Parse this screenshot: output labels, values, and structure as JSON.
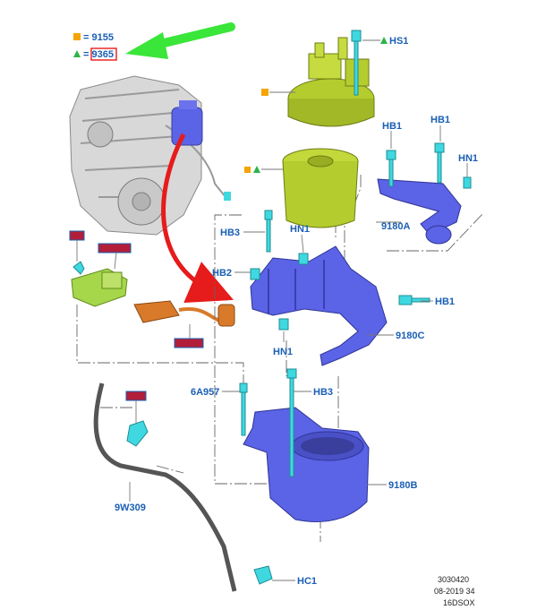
{
  "legend": [
    {
      "marker": "square",
      "color": "#f5a400",
      "text": "= 9155"
    },
    {
      "marker": "triangle",
      "color": "#2db34a",
      "text": "= 9365",
      "highlighted": true
    }
  ],
  "callouts": {
    "hs1": "HS1",
    "hb1_a": "HB1",
    "hb1_b": "HB1",
    "hn1_a": "HN1",
    "hb3_a": "HB3",
    "hn1_b": "HN1",
    "hb2": "HB2",
    "f9180a": "9180A",
    "hb1_c": "HB1",
    "hn1_c": "HN1",
    "f9180c": "9180C",
    "a6a957": "6A957",
    "hb3_b": "HB3",
    "f9180b": "9180B",
    "w9w309": "9W309",
    "hc1": "HC1"
  },
  "reference": {
    "line1": "3030420",
    "line2": "08-2019 34",
    "line3": "16DSOX"
  },
  "colors": {
    "label": "#1a5fb4",
    "filter": "#b5cc2e",
    "bracket": "#5b63e6",
    "clip": "#3fd8e0",
    "sensor": "#a6d64a",
    "harness": "#d97a2b",
    "arrow_red": "#e61b1b",
    "arrow_green": "#39e639"
  },
  "icons": [
    "engine-illustration",
    "fuel-filter-head",
    "fuel-filter-canister",
    "filter-bracket-upper",
    "filter-bracket-lower",
    "filter-housing-bowl",
    "fuel-line",
    "water-sensor",
    "wiring-harness"
  ]
}
